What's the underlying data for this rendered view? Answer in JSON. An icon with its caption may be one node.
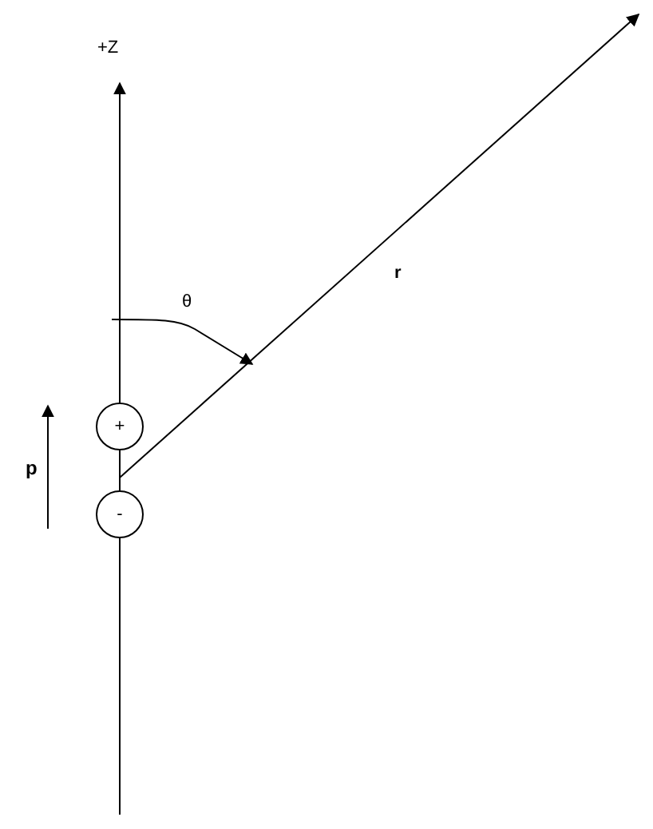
{
  "diagram": {
    "nodes": [
      {
        "text": [
          "+"
        ]
      },
      {
        "text": [
          "-"
        ]
      }
    ],
    "edges": [
      {
        "from": 0,
        "to": null,
        "arrow": "to"
      },
      {
        "from": 0,
        "to": 1,
        "arrow": "none"
      },
      {
        "from": 1,
        "to": null,
        "arrow": "none"
      }
    ],
    "labels": [
      "+Z",
      "θ",
      "r",
      "p"
    ]
  }
}
